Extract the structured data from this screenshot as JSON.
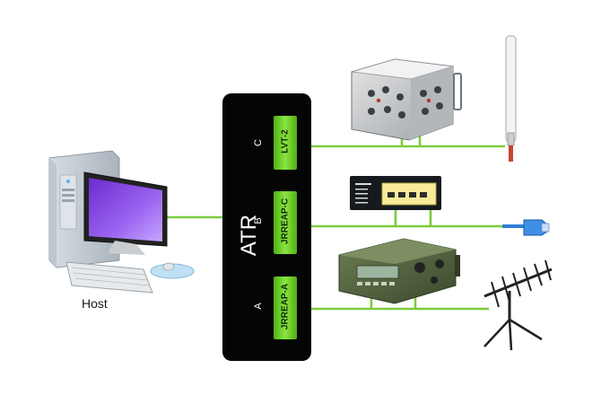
{
  "host": {
    "label": "Host"
  },
  "atr": {
    "title": "ATR",
    "ports": [
      {
        "letter": "C",
        "name": "LVT-2"
      },
      {
        "letter": "B",
        "name": "JRREAP-C"
      },
      {
        "letter": "A",
        "name": "JRREAP-A"
      }
    ]
  },
  "colors": {
    "link": "#7ccc3c",
    "port": "#74d829",
    "box": "#050505"
  },
  "icons": [
    "computer-icon",
    "crypto-device-icon",
    "whip-antenna-icon",
    "network-switch-icon",
    "ethernet-cable-icon",
    "manpack-radio-icon",
    "yagi-antenna-icon"
  ]
}
